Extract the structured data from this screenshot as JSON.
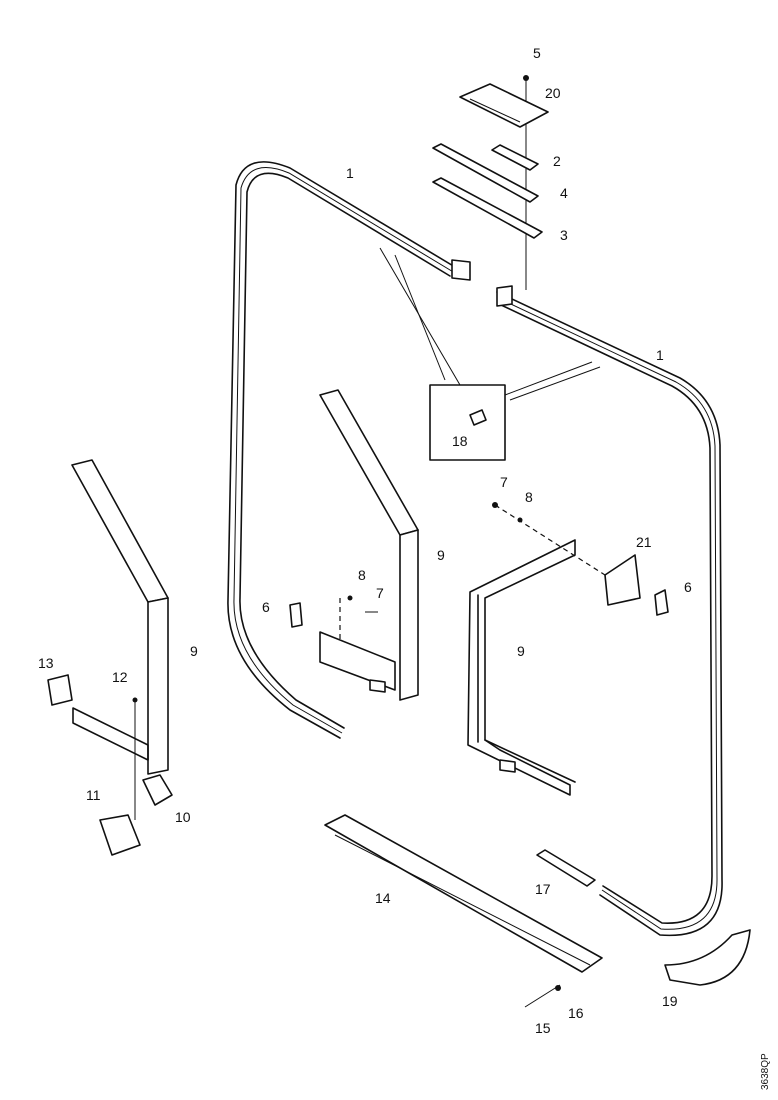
{
  "callouts": {
    "c5_top": "5",
    "c20": "20",
    "c2": "2",
    "c4": "4",
    "c3": "3",
    "c1_top": "1",
    "c1_right": "1",
    "c18": "18",
    "c7_right": "7",
    "c8_right": "8",
    "c21": "21",
    "c6_right": "6",
    "c9_center": "9",
    "c8_center": "8",
    "c7_center": "7",
    "c6_center": "6",
    "c9_rightframe": "9",
    "c9_left": "9",
    "c13": "13",
    "c12": "12",
    "c11": "11",
    "c10": "10",
    "c14": "14",
    "c17": "17",
    "c19": "19",
    "c15": "15",
    "c16": "16"
  },
  "reference_code": "3638QP"
}
